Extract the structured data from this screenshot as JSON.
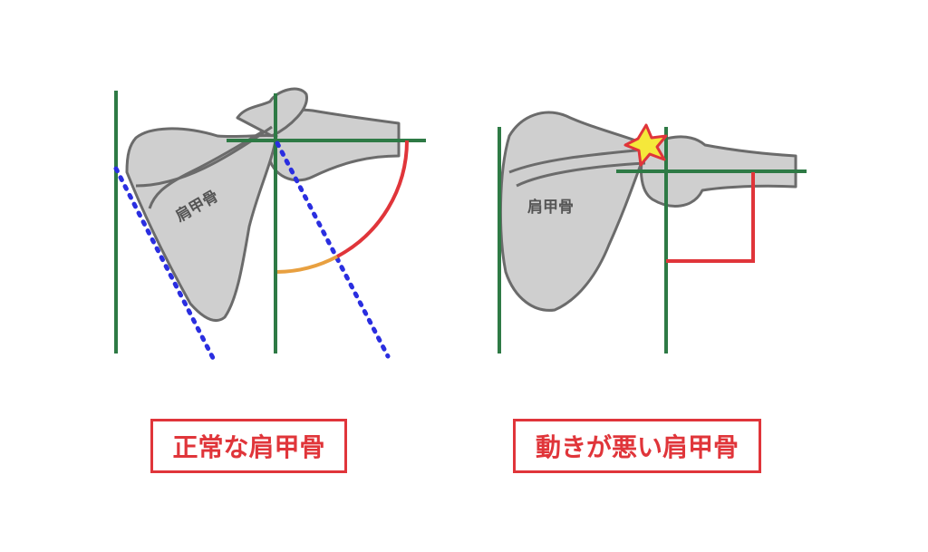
{
  "figures": [
    {
      "bone_label": "肩甲骨",
      "caption": "正常な肩甲骨"
    },
    {
      "bone_label": "肩甲骨",
      "caption": "動きが悪い肩甲骨"
    }
  ],
  "colors": {
    "reference_line": "#2e7a45",
    "axis_dotted": "#2a2ee0",
    "angle_arc": "#e0353a",
    "angle_arc_minor": "#e8a040",
    "star_fill": "#f5e83a",
    "caption": "#e0353a"
  }
}
